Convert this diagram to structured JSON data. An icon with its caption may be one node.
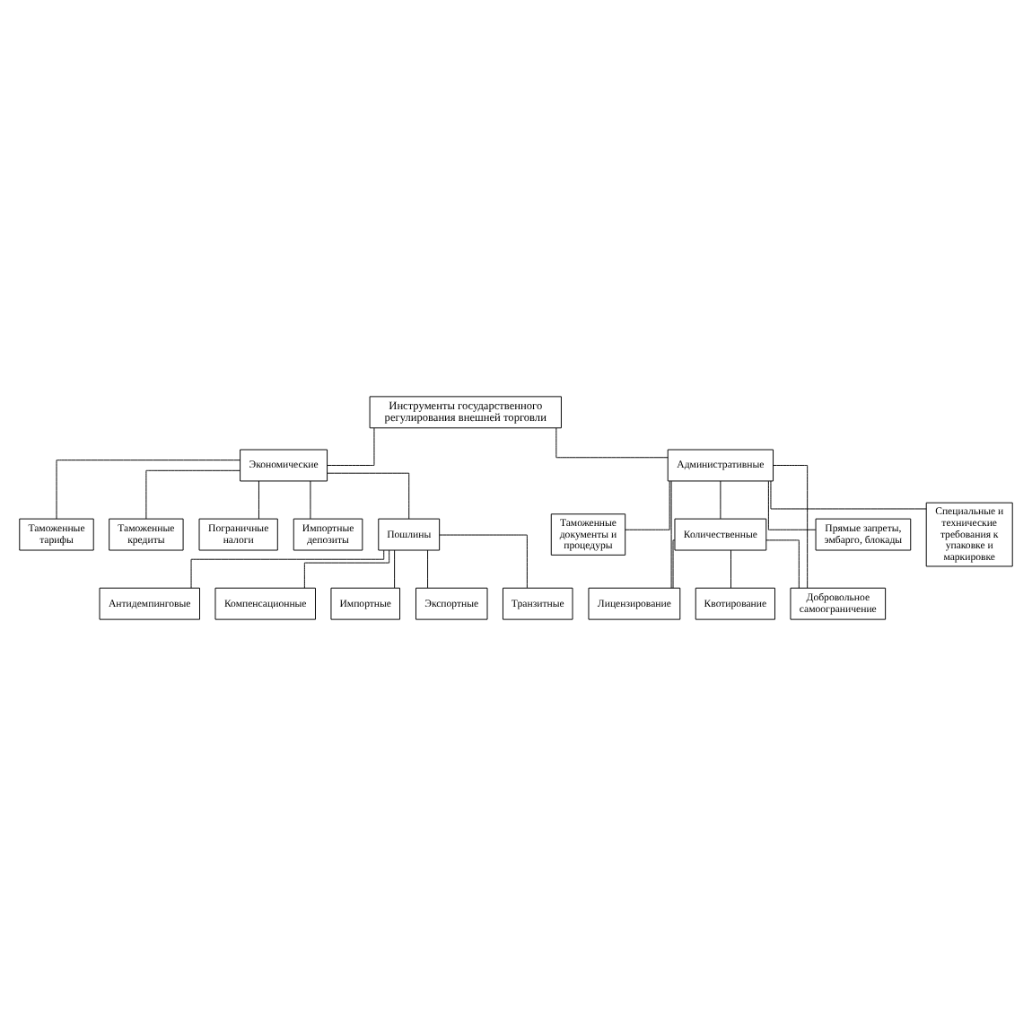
{
  "diagram": {
    "nodes": [
      {
        "text": [
          "Инструменты государственного регулирования внешней торговли"
        ]
      },
      {
        "text": [
          "Экономические"
        ]
      },
      {
        "text": [
          "Административные"
        ]
      },
      {
        "text": [
          "Пошлины"
        ]
      },
      {
        "text": [
          "Импортные"
        ]
      },
      {
        "text": [
          "Экспортные"
        ]
      },
      {
        "text": [
          "Транзитные"
        ]
      },
      {
        "text": [
          "Антидемпинговые"
        ]
      },
      {
        "text": [
          "Компенсационные"
        ]
      },
      {
        "text": [
          "Таможенные тарифы"
        ]
      },
      {
        "text": [
          "Таможенные кредиты"
        ]
      },
      {
        "text": [
          "Пограничные налоги"
        ]
      },
      {
        "text": [
          "Импортные депозиты"
        ]
      },
      {
        "text": [
          "Количественные"
        ]
      },
      {
        "text": [
          "Квотирование"
        ]
      },
      {
        "text": [
          "Лицензирование"
        ]
      },
      {
        "text": [
          "Добровольное самоограничение"
        ]
      },
      {
        "text": [
          "Прямые запреты, эмбарго, блокады"
        ]
      },
      {
        "text": [
          "Специальные и технические требования к упаковке и маркировке"
        ]
      },
      {
        "text": [
          "Таможенные документы и процедуры"
        ]
      }
    ],
    "edges": [
      {
        "from": 0,
        "to": 1,
        "arrow": "none"
      },
      {
        "from": 0,
        "to": 2,
        "arrow": "none"
      },
      {
        "from": 1,
        "to": 3,
        "arrow": "none"
      },
      {
        "from": 3,
        "to": 4,
        "arrow": "none"
      },
      {
        "from": 3,
        "to": 5,
        "arrow": "none"
      },
      {
        "from": 3,
        "to": 6,
        "arrow": "none"
      },
      {
        "from": 3,
        "to": 7,
        "arrow": "none"
      },
      {
        "from": 3,
        "to": 8,
        "arrow": "none"
      },
      {
        "from": 1,
        "to": 9,
        "arrow": "none"
      },
      {
        "from": 1,
        "to": 10,
        "arrow": "none"
      },
      {
        "from": 1,
        "to": 11,
        "arrow": "none"
      },
      {
        "from": 1,
        "to": 12,
        "arrow": "none"
      },
      {
        "from": 2,
        "to": 13,
        "arrow": "none"
      },
      {
        "from": 13,
        "to": 14,
        "arrow": "none"
      },
      {
        "from": 13,
        "to": 15,
        "arrow": "none"
      },
      {
        "from": 13,
        "to": 16,
        "arrow": "none"
      },
      {
        "from": 2,
        "to": 15,
        "arrow": "none"
      },
      {
        "from": 2,
        "to": 16,
        "arrow": "none"
      },
      {
        "from": 2,
        "to": 17,
        "arrow": "none"
      },
      {
        "from": 2,
        "to": 18,
        "arrow": "none"
      },
      {
        "from": 2,
        "to": 19,
        "arrow": "none"
      }
    ]
  }
}
